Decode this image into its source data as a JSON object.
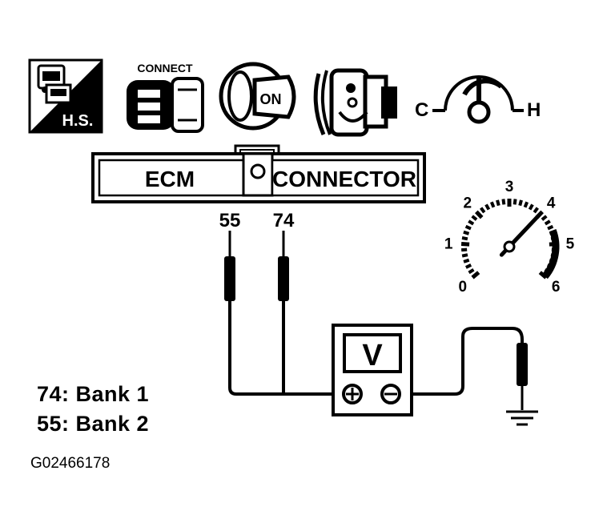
{
  "icons": {
    "hs_badge": "H.S.",
    "connect_label": "CONNECT",
    "ignition_label": "ON",
    "temp_cold": "C",
    "temp_hot": "H"
  },
  "ecm": {
    "left_label": "ECM",
    "right_label": "CONNECTOR"
  },
  "terminals": [
    "55",
    "74"
  ],
  "meter": {
    "label": "V"
  },
  "tachometer": {
    "scale": [
      "0",
      "1",
      "2",
      "3",
      "4",
      "5",
      "6"
    ],
    "needle_value": 4
  },
  "legend": [
    {
      "terminal": "74",
      "text": "74: Bank 1"
    },
    {
      "terminal": "55",
      "text": "55: Bank 2"
    }
  ],
  "figure_id": "G02466178"
}
